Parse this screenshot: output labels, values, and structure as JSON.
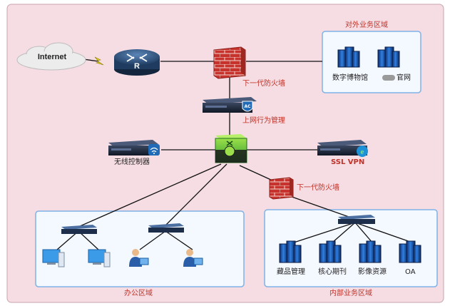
{
  "colors": {
    "background": "#f5dde3",
    "zone_border": "#7fb2e6",
    "zone_fill": "#f4f8ff",
    "label_red": "#c0332a",
    "firewall": "#c8322c",
    "router": "#2d4f77",
    "core_switch": "#37a33a"
  },
  "nodes": {
    "internet": "Internet",
    "firewall_top": "下一代防火墙",
    "behavior_mgmt": "上网行为管理",
    "wireless_controller": "无线控制器",
    "ssl_vpn": "SSL VPN",
    "firewall_internal": "下一代防火墙"
  },
  "icons": {
    "internet": "cloud-icon",
    "router": "router-icon",
    "firewall": "brick-firewall-icon",
    "ac_badge": "ac-badge-icon",
    "wifi": "wifi-icon",
    "vpn": "ie-logo-icon",
    "core_switch": "core-switch-icon",
    "server": "server-tower-icon",
    "switch": "network-switch-icon",
    "pc": "desktop-pc-icon",
    "user": "user-terminal-icon"
  },
  "zones": {
    "external": {
      "title": "对外业务区域",
      "servers": [
        "数字博物馆",
        "官网"
      ]
    },
    "office": {
      "title": "办公区域"
    },
    "internal": {
      "title": "内部业务区域",
      "servers": [
        "藏品管理",
        "核心期刊",
        "影像资源",
        "OA"
      ]
    }
  }
}
